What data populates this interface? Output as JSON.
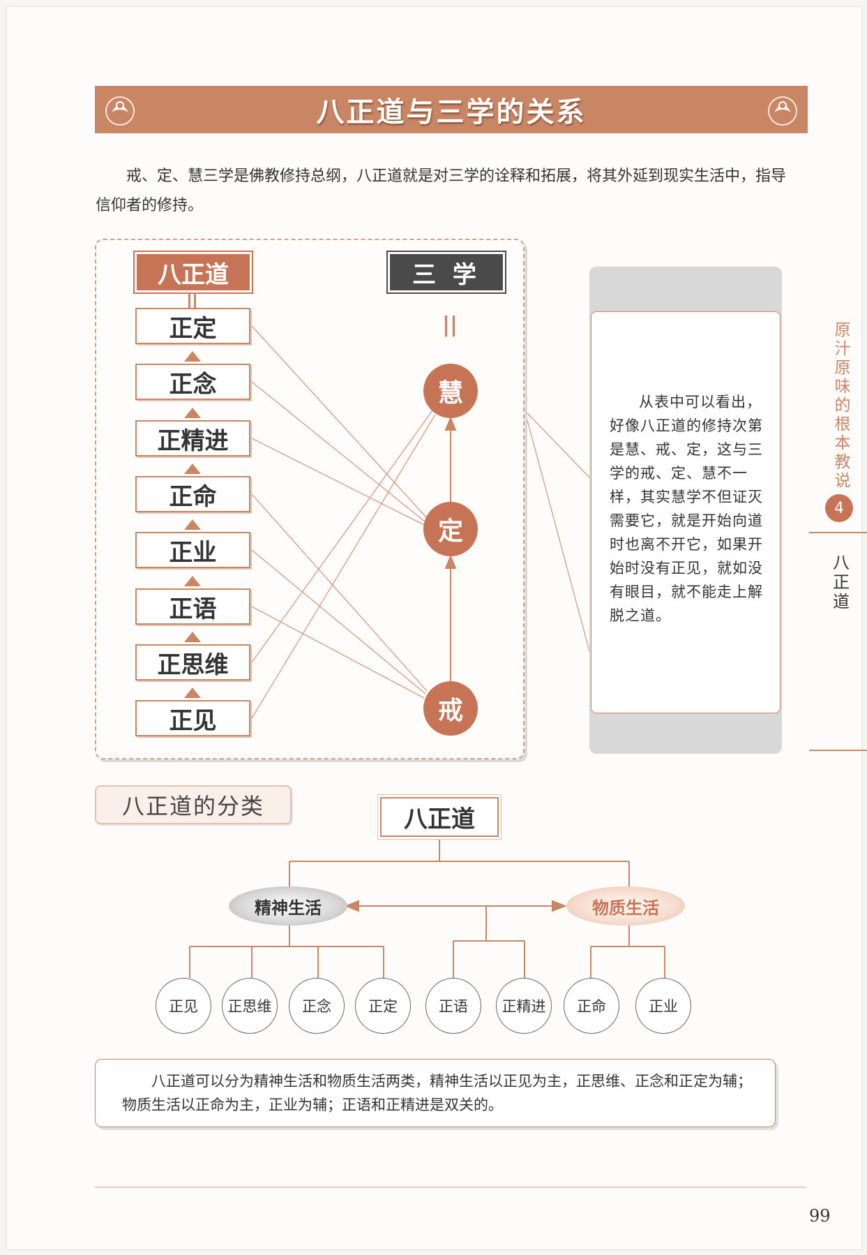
{
  "title": "八正道与三学的关系",
  "intro": "戒、定、慧三学是佛教修持总纲，八正道就是对三学的诠释和拓展，将其外延到现实生活中，指导信仰者的修持。",
  "diagram": {
    "left_header": "八正道",
    "right_header": "三 学",
    "equals": "||",
    "paths": [
      "正定",
      "正念",
      "正精进",
      "正命",
      "正业",
      "正语",
      "正思维",
      "正见"
    ],
    "studies": [
      "慧",
      "定",
      "戒"
    ]
  },
  "side_note": "从表中可以看出，好像八正道的修持次第是慧、戒、定，这与三学的戒、定、慧不一样，其实慧学不但证灭需要它，就是开始向道时也离不开它，如果开始时没有正见，就如没有眼目，就不能走上解脱之道。",
  "sidebar": {
    "chapter_title": "原汁原味的根本教说",
    "chapter_number": "4",
    "section_title": "八正道"
  },
  "classification": {
    "section_label": "八正道的分类",
    "root": "八正道",
    "spiritual": "精神生活",
    "material": "物质生活",
    "leaves": [
      "正见",
      "正思维",
      "正念",
      "正定",
      "正语",
      "正精进",
      "正命",
      "正业"
    ]
  },
  "summary": "八正道可以分为精神生活和物质生活两类，精神生活以正见为主，正思维、正念和正定为辅；物质生活以正命为主，正业为辅；正语和正精进是双关的。",
  "page_number": "99",
  "colors": {
    "accent": "#c98664",
    "circle": "#c77355",
    "dark_header": "#4a4a4a"
  }
}
